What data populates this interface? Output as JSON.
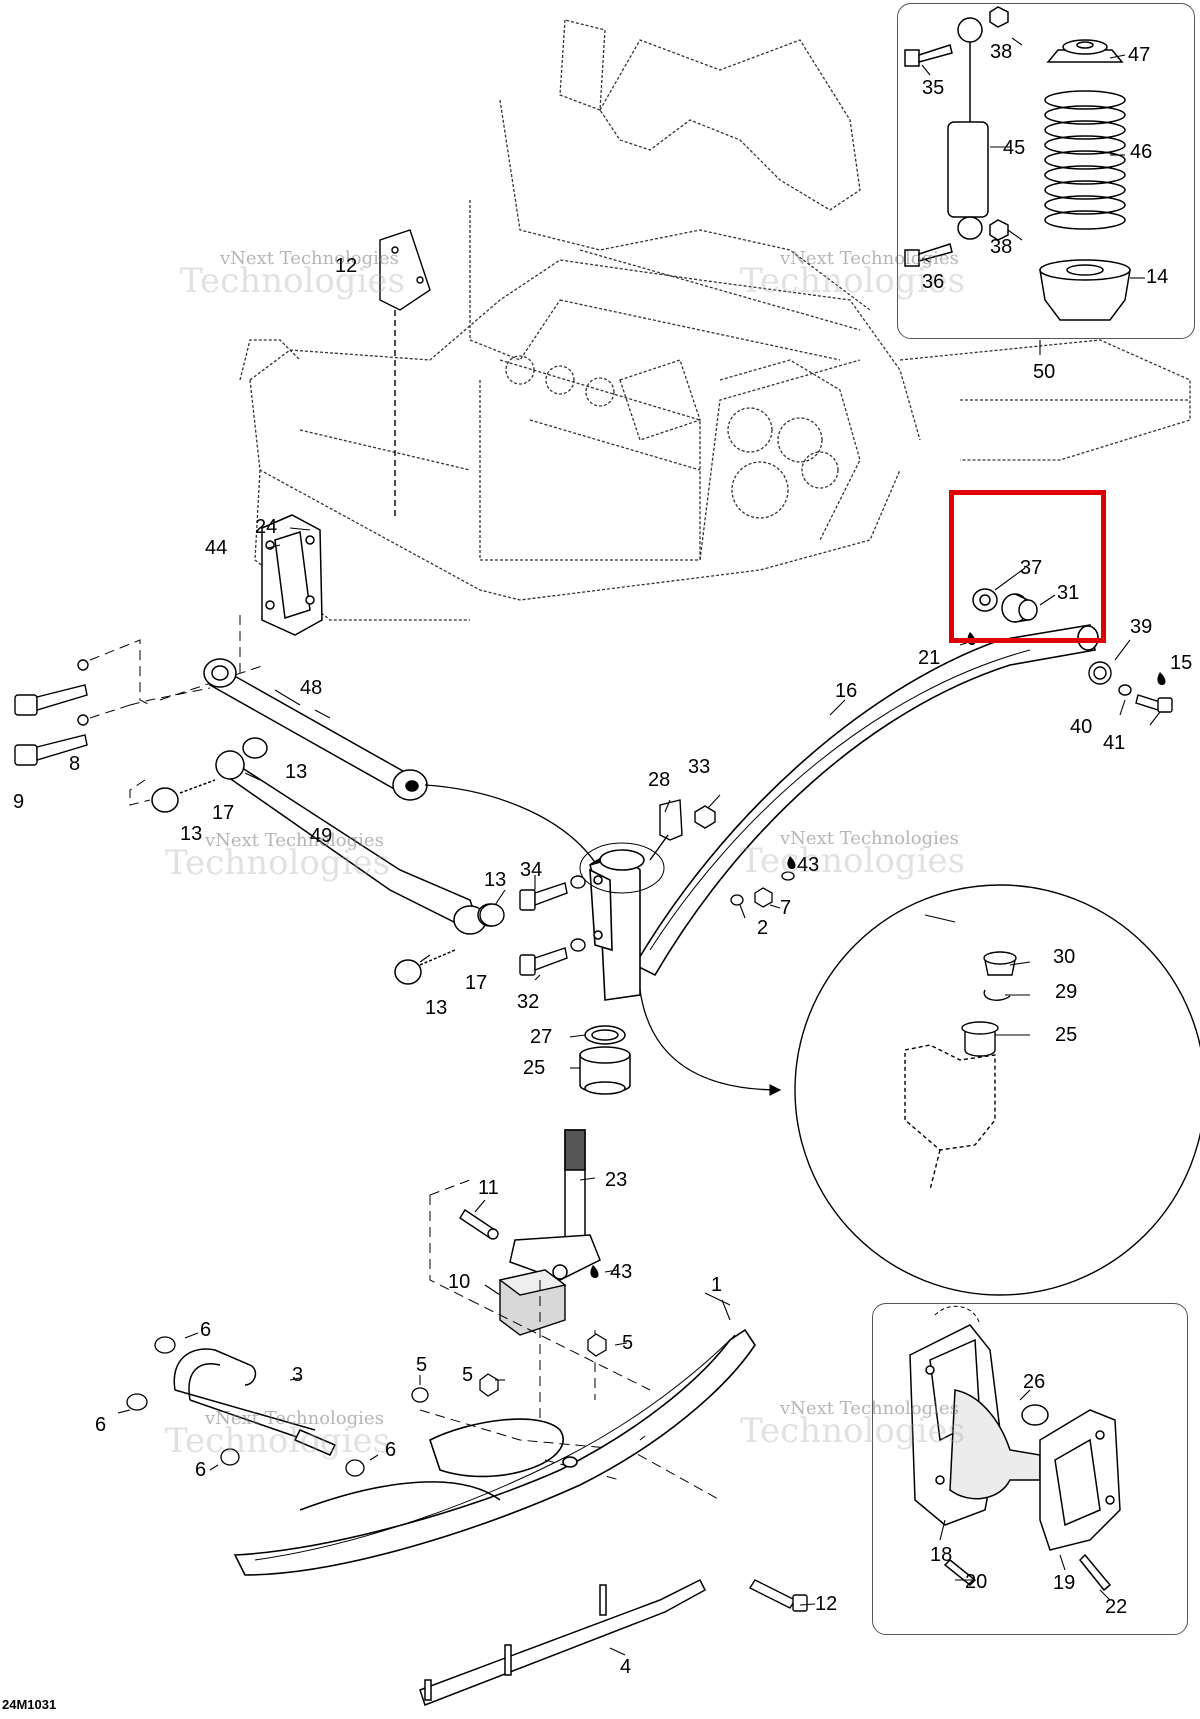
{
  "figure_id": "24M1031",
  "highlight_color": "#e00000",
  "watermark": {
    "line1": "vNext Technologies",
    "line2": "Technologies"
  },
  "callouts": [
    {
      "id": "c1",
      "text": "1"
    },
    {
      "id": "c2",
      "text": "2"
    },
    {
      "id": "c3",
      "text": "3"
    },
    {
      "id": "c4",
      "text": "4"
    },
    {
      "id": "c5a",
      "text": "5"
    },
    {
      "id": "c5b",
      "text": "5"
    },
    {
      "id": "c5c",
      "text": "5"
    },
    {
      "id": "c6a",
      "text": "6"
    },
    {
      "id": "c6b",
      "text": "6"
    },
    {
      "id": "c6c",
      "text": "6"
    },
    {
      "id": "c6d",
      "text": "6"
    },
    {
      "id": "c7",
      "text": "7"
    },
    {
      "id": "c8",
      "text": "8"
    },
    {
      "id": "c9",
      "text": "9"
    },
    {
      "id": "c10",
      "text": "10"
    },
    {
      "id": "c11",
      "text": "11"
    },
    {
      "id": "c12a",
      "text": "12"
    },
    {
      "id": "c12b",
      "text": "12"
    },
    {
      "id": "c13a",
      "text": "13"
    },
    {
      "id": "c13b",
      "text": "13"
    },
    {
      "id": "c13c",
      "text": "13"
    },
    {
      "id": "c13d",
      "text": "13"
    },
    {
      "id": "c14",
      "text": "14"
    },
    {
      "id": "c15",
      "text": "15"
    },
    {
      "id": "c16",
      "text": "16"
    },
    {
      "id": "c17a",
      "text": "17"
    },
    {
      "id": "c17b",
      "text": "17"
    },
    {
      "id": "c18",
      "text": "18"
    },
    {
      "id": "c19",
      "text": "19"
    },
    {
      "id": "c20",
      "text": "20"
    },
    {
      "id": "c21",
      "text": "21"
    },
    {
      "id": "c22",
      "text": "22"
    },
    {
      "id": "c23",
      "text": "23"
    },
    {
      "id": "c24",
      "text": "24"
    },
    {
      "id": "c25a",
      "text": "25"
    },
    {
      "id": "c25b",
      "text": "25"
    },
    {
      "id": "c26",
      "text": "26"
    },
    {
      "id": "c27",
      "text": "27"
    },
    {
      "id": "c28",
      "text": "28"
    },
    {
      "id": "c29",
      "text": "29"
    },
    {
      "id": "c30",
      "text": "30"
    },
    {
      "id": "c31",
      "text": "31"
    },
    {
      "id": "c32",
      "text": "32"
    },
    {
      "id": "c33",
      "text": "33"
    },
    {
      "id": "c34",
      "text": "34"
    },
    {
      "id": "c35",
      "text": "35"
    },
    {
      "id": "c36",
      "text": "36"
    },
    {
      "id": "c37",
      "text": "37"
    },
    {
      "id": "c38a",
      "text": "38"
    },
    {
      "id": "c38b",
      "text": "38"
    },
    {
      "id": "c39",
      "text": "39"
    },
    {
      "id": "c40",
      "text": "40"
    },
    {
      "id": "c41",
      "text": "41"
    },
    {
      "id": "c43a",
      "text": "43"
    },
    {
      "id": "c43b",
      "text": "43"
    },
    {
      "id": "c44",
      "text": "44"
    },
    {
      "id": "c45",
      "text": "45"
    },
    {
      "id": "c46",
      "text": "46"
    },
    {
      "id": "c47",
      "text": "47"
    },
    {
      "id": "c48",
      "text": "48"
    },
    {
      "id": "c49",
      "text": "49"
    },
    {
      "id": "c50",
      "text": "50"
    }
  ]
}
